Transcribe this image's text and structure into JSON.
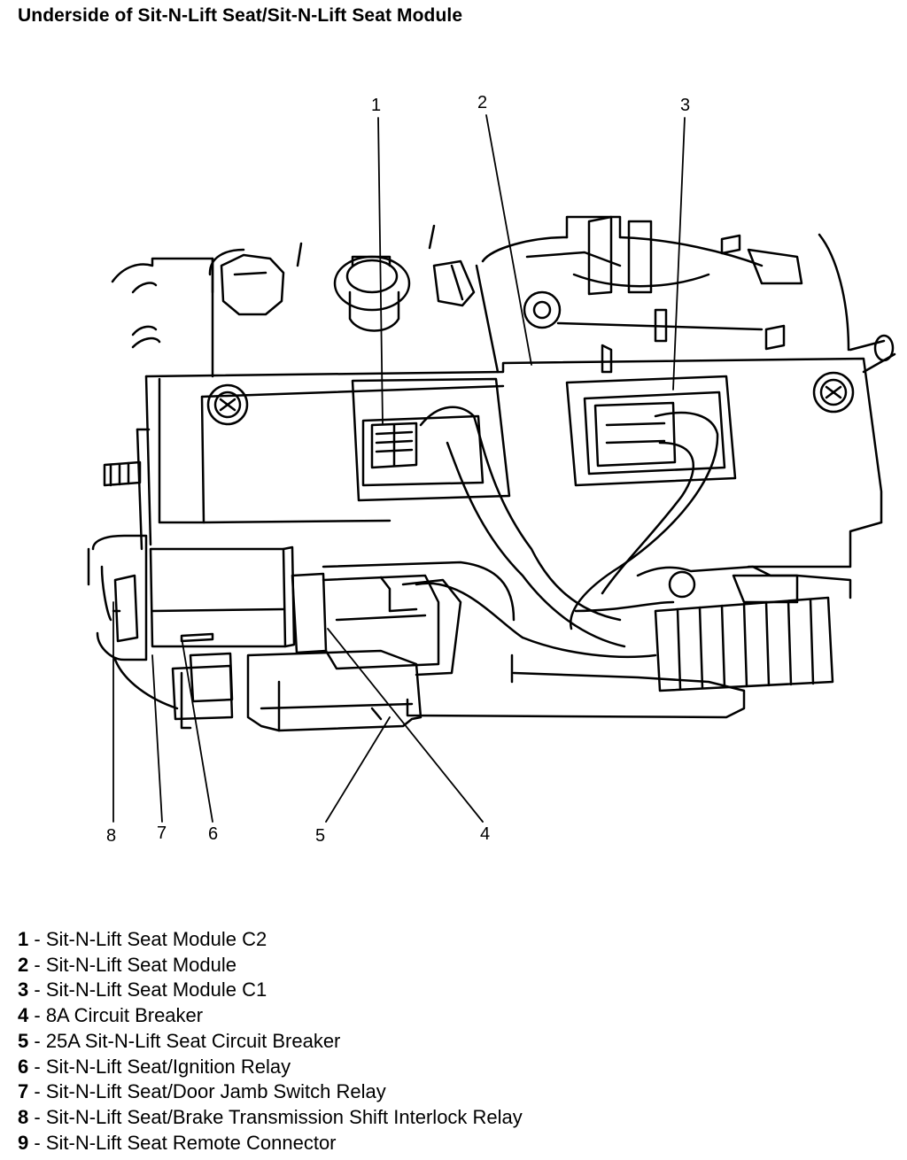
{
  "title": "Underside of Sit-N-Lift Seat/Sit-N-Lift Seat Module",
  "callouts": [
    "1",
    "2",
    "3",
    "4",
    "5",
    "6",
    "7",
    "8"
  ],
  "legend": [
    {
      "num": "1",
      "sep": " - ",
      "text": "Sit-N-Lift Seat Module C2"
    },
    {
      "num": "2",
      "sep": " - ",
      "text": "Sit-N-Lift Seat Module"
    },
    {
      "num": "3",
      "sep": " - ",
      "text": "Sit-N-Lift Seat Module C1"
    },
    {
      "num": "4",
      "sep": " - ",
      "text": "8A Circuit Breaker"
    },
    {
      "num": "5",
      "sep": " - ",
      "text": "25A Sit-N-Lift Seat Circuit Breaker"
    },
    {
      "num": "6",
      "sep": " - ",
      "text": "Sit-N-Lift Seat/Ignition Relay"
    },
    {
      "num": "7",
      "sep": " - ",
      "text": "Sit-N-Lift Seat/Door Jamb Switch Relay"
    },
    {
      "num": "8",
      "sep": " - ",
      "text": "Sit-N-Lift Seat/Brake Transmission Shift Interlock Relay"
    },
    {
      "num": "9",
      "sep": " - ",
      "text": "Sit-N-Lift Seat Remote Connector"
    }
  ]
}
